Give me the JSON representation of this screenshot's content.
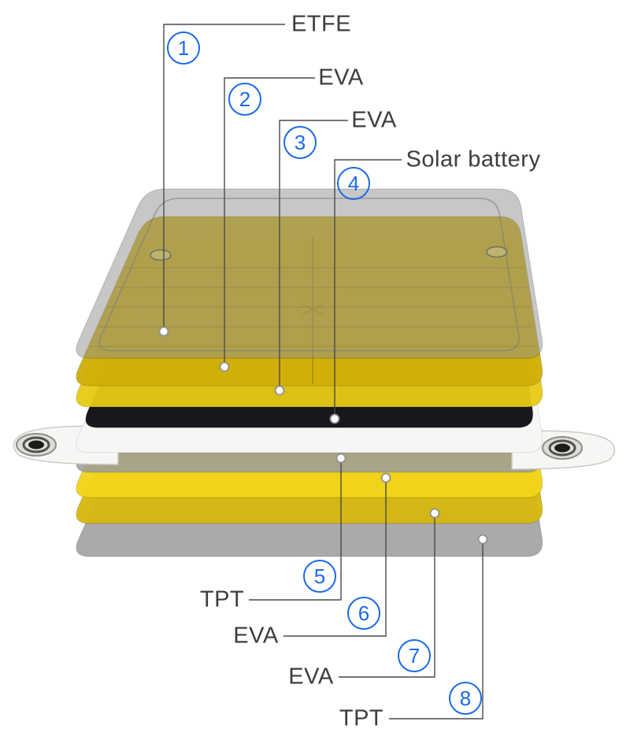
{
  "diagram": {
    "callouts": [
      {
        "num": "1",
        "label": "ETFE",
        "color": "#8f8f8f"
      },
      {
        "num": "2",
        "label": "EVA",
        "color": "#cfae08"
      },
      {
        "num": "3",
        "label": "EVA",
        "color": "#e7c913"
      },
      {
        "num": "4",
        "label": "Solar battery",
        "color": "#17171d"
      },
      {
        "num": "5",
        "label": "TPT",
        "color": "#9b9b9b"
      },
      {
        "num": "6",
        "label": "EVA",
        "color": "#f2d51a"
      },
      {
        "num": "7",
        "label": "EVA",
        "color": "#d6b60d"
      },
      {
        "num": "8",
        "label": "TPT",
        "color": "#9b9b9b"
      }
    ],
    "panel_color": "#f6f6f4",
    "grommet_ring_color": "#55504a",
    "number_color": "#1b6be4",
    "text_color": "#3d3d3d",
    "line_color": "#4a4a4a"
  }
}
